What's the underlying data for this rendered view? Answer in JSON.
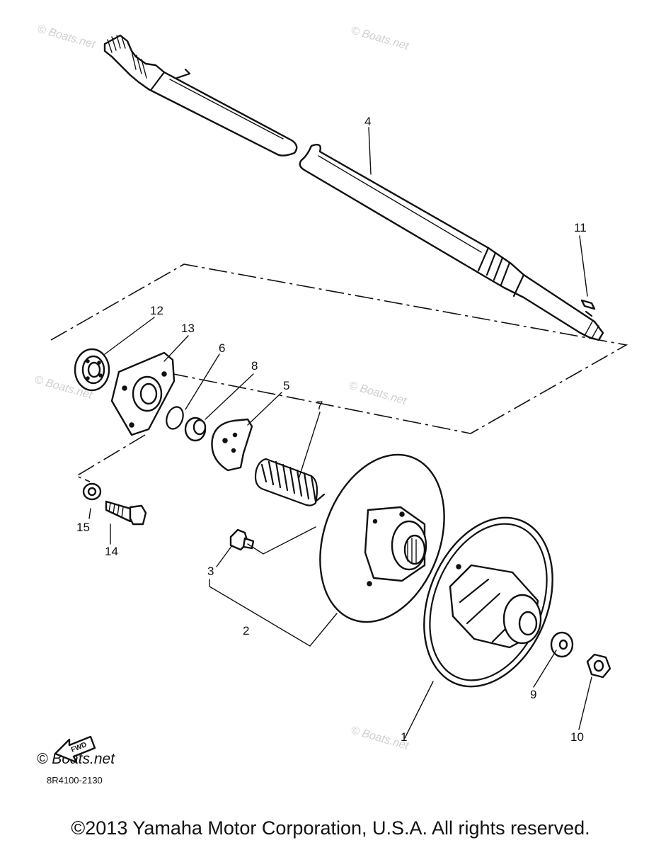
{
  "watermarks": [
    "© Boats.net",
    "© Boats.net",
    "© Boats.net",
    "© Boats.net",
    "© Boats.net"
  ],
  "callouts": [
    "1",
    "2",
    "3",
    "4",
    "5",
    "6",
    "7",
    "8",
    "9",
    "10",
    "11",
    "12",
    "13",
    "14",
    "15"
  ],
  "logo": {
    "text": "© Boats.net",
    "badge": "FWD",
    "part_code": "8R4100-2130"
  },
  "copyright": "©2013 Yamaha Motor Corporation, U.S.A. All rights reserved."
}
